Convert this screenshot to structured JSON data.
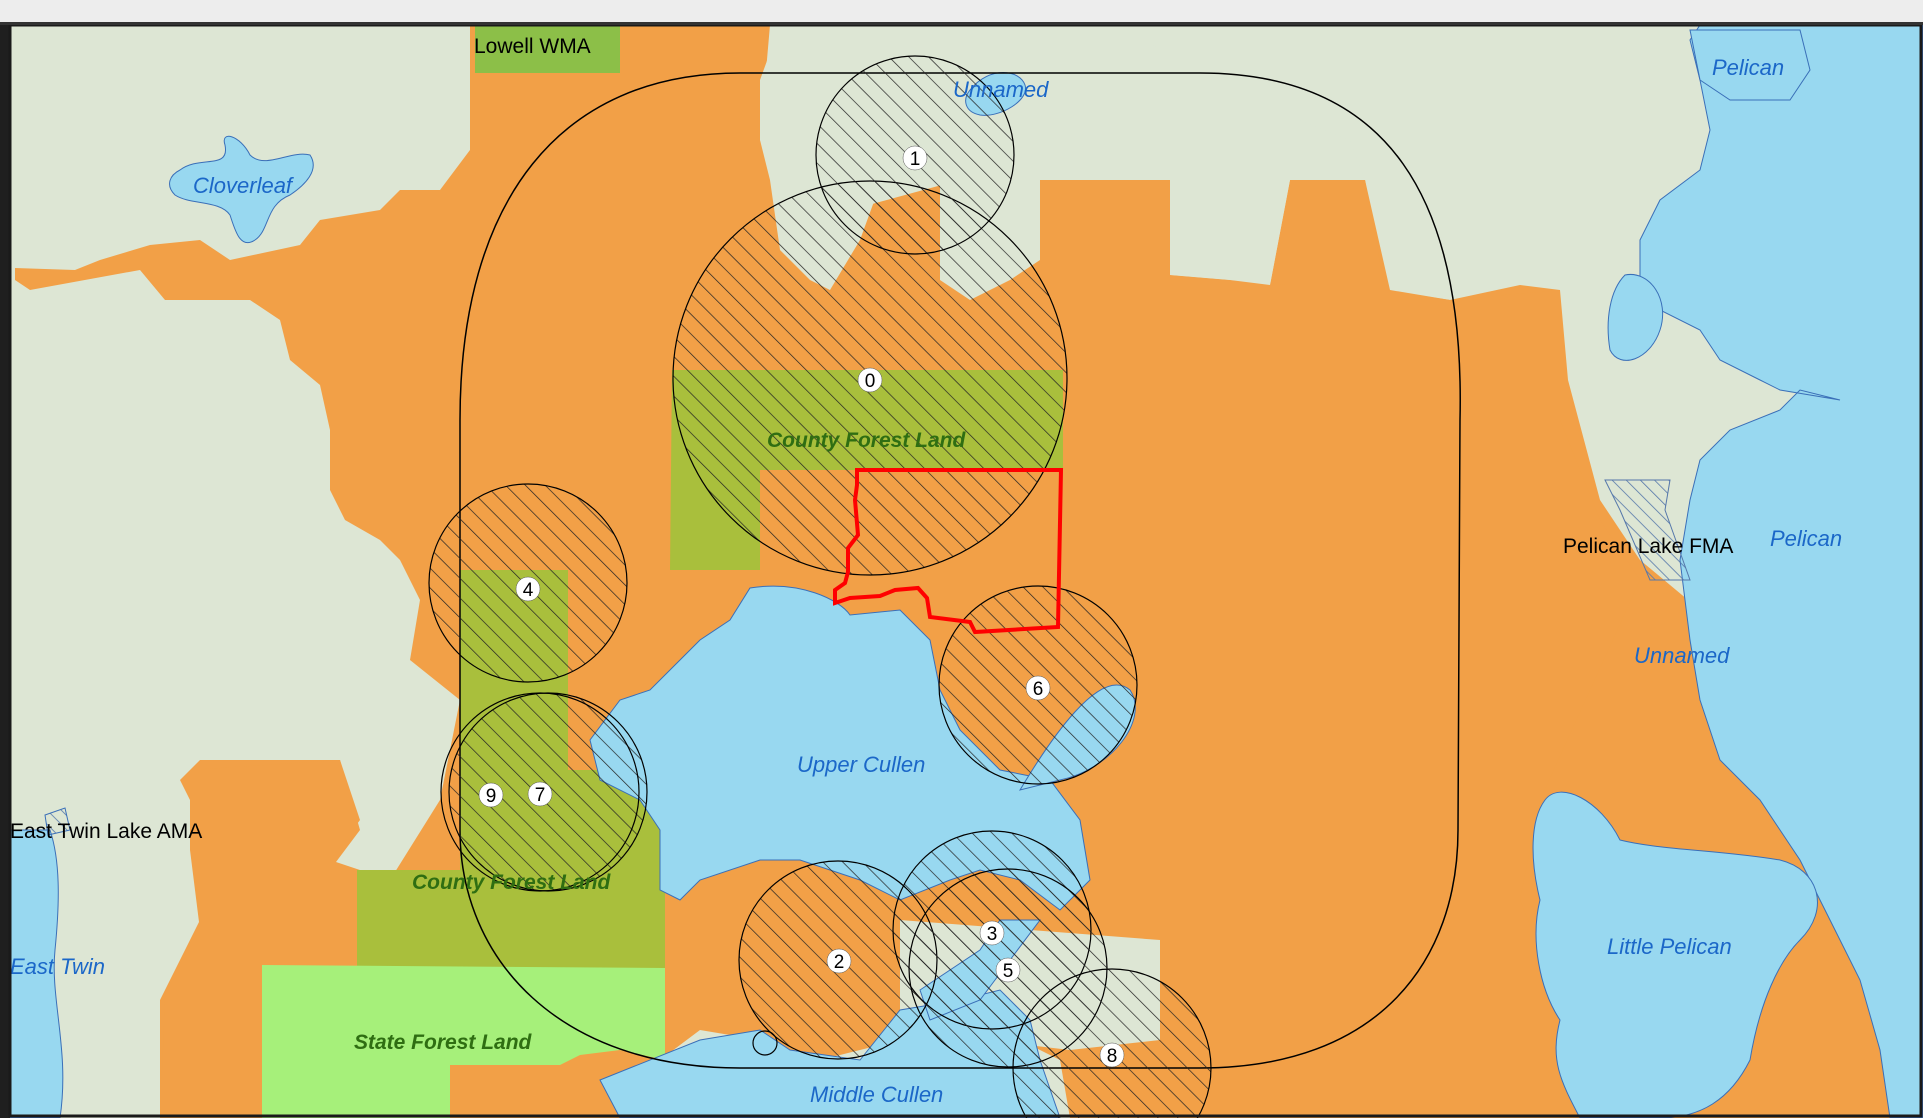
{
  "map": {
    "lakes": {
      "pelican_top": "Pelican",
      "unnamed_top": "Unnamed",
      "cloverleaf": "Cloverleaf",
      "pelican_right": "Pelican",
      "unnamed_right": "Unnamed",
      "upper_cullen": "Upper Cullen",
      "little_pelican": "Little Pelican",
      "east_twin": "East Twin",
      "middle_cullen": "Middle Cullen"
    },
    "areas": {
      "lowell_wma": "Lowell WMA",
      "pelican_lake_fma": "Pelican Lake FMA",
      "east_twin_lake_ama": "East Twin Lake AMA"
    },
    "forest_land": {
      "county_north": "County Forest Land",
      "county_south": "County Forest Land",
      "state": "State Forest Land"
    },
    "sites": [
      "0",
      "1",
      "2",
      "3",
      "4",
      "5",
      "6",
      "7",
      "8",
      "9"
    ],
    "colors": {
      "background": "#dde6d4",
      "private_land": "#f2a047",
      "water": "#98d8f0",
      "county_forest": "#a9bf3c",
      "state_forest": "#a6f07a",
      "wma_green": "#8cbf48",
      "boundary_red": "#ff0000"
    }
  }
}
